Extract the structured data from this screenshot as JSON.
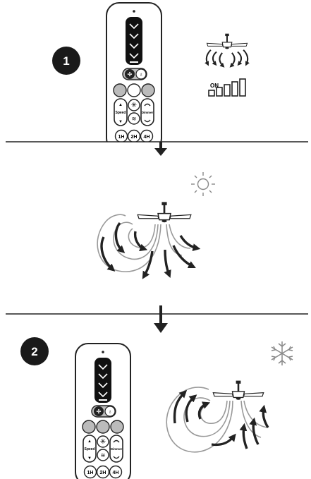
{
  "steps": [
    {
      "number": "1"
    },
    {
      "number": "2"
    }
  ],
  "remote": {
    "speed_label": "Speed",
    "dimmer_label": "Dimmer",
    "timer_buttons": [
      "1H",
      "2H",
      "4H"
    ]
  },
  "indicator": {
    "on_label": "ON"
  },
  "icons": {
    "sun": "sun-icon",
    "snowflake": "snowflake-icon",
    "fan": "ceiling-fan-icon",
    "arrow": "arrow-down-icon"
  }
}
